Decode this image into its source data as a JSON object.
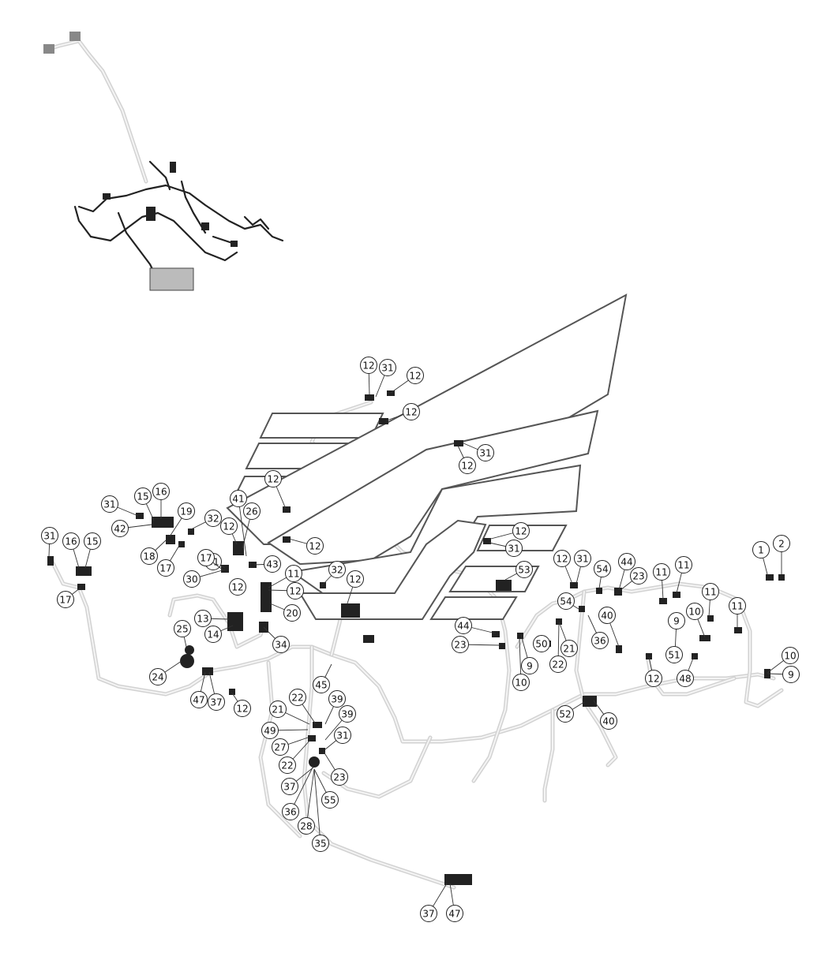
{
  "callouts": [
    {
      "label": "12"
    },
    {
      "label": "31"
    },
    {
      "label": "12"
    },
    {
      "label": "12"
    },
    {
      "label": "31"
    },
    {
      "label": "12"
    },
    {
      "label": "12"
    },
    {
      "label": "41"
    },
    {
      "label": "26"
    },
    {
      "label": "12"
    },
    {
      "label": "31"
    },
    {
      "label": "16"
    },
    {
      "label": "15"
    },
    {
      "label": "19"
    },
    {
      "label": "42"
    },
    {
      "label": "18"
    },
    {
      "label": "17"
    },
    {
      "label": "32"
    },
    {
      "label": "12"
    },
    {
      "label": "31"
    },
    {
      "label": "15"
    },
    {
      "label": "16"
    },
    {
      "label": "17"
    },
    {
      "label": "17"
    },
    {
      "label": "31"
    },
    {
      "label": "30"
    },
    {
      "label": "12"
    },
    {
      "label": "43"
    },
    {
      "label": "11"
    },
    {
      "label": "32"
    },
    {
      "label": "12"
    },
    {
      "label": "12"
    },
    {
      "label": "20"
    },
    {
      "label": "13"
    },
    {
      "label": "14"
    },
    {
      "label": "34"
    },
    {
      "label": "25"
    },
    {
      "label": "24"
    },
    {
      "label": "47"
    },
    {
      "label": "37"
    },
    {
      "label": "12"
    },
    {
      "label": "45"
    },
    {
      "label": "22"
    },
    {
      "label": "21"
    },
    {
      "label": "39"
    },
    {
      "label": "49"
    },
    {
      "label": "39"
    },
    {
      "label": "27"
    },
    {
      "label": "31"
    },
    {
      "label": "22"
    },
    {
      "label": "23"
    },
    {
      "label": "37"
    },
    {
      "label": "36"
    },
    {
      "label": "55"
    },
    {
      "label": "28"
    },
    {
      "label": "35"
    },
    {
      "label": "37"
    },
    {
      "label": "47"
    },
    {
      "label": "12"
    },
    {
      "label": "31"
    },
    {
      "label": "53"
    },
    {
      "label": "12"
    },
    {
      "label": "31"
    },
    {
      "label": "54"
    },
    {
      "label": "44"
    },
    {
      "label": "23"
    },
    {
      "label": "54"
    },
    {
      "label": "21"
    },
    {
      "label": "36"
    },
    {
      "label": "22"
    },
    {
      "label": "50"
    },
    {
      "label": "44"
    },
    {
      "label": "23"
    },
    {
      "label": "9"
    },
    {
      "label": "10"
    },
    {
      "label": "40"
    },
    {
      "label": "11"
    },
    {
      "label": "11"
    },
    {
      "label": "11"
    },
    {
      "label": "10"
    },
    {
      "label": "9"
    },
    {
      "label": "51"
    },
    {
      "label": "48"
    },
    {
      "label": "12"
    },
    {
      "label": "52"
    },
    {
      "label": "40"
    },
    {
      "label": "1"
    },
    {
      "label": "2"
    },
    {
      "label": "11"
    },
    {
      "label": "10"
    },
    {
      "label": "9"
    }
  ]
}
